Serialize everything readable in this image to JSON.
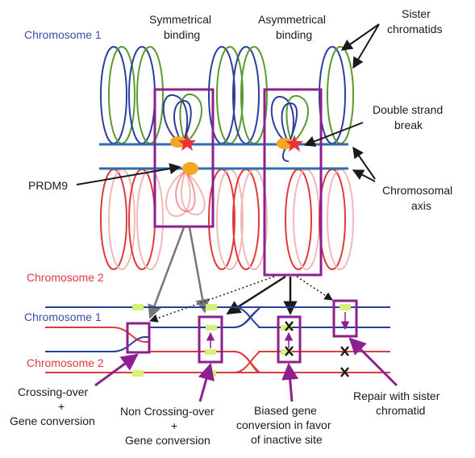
{
  "labels": {
    "chr1_top": "Chromosome 1",
    "chr2_mid": "Chromosome 2",
    "chr1_bottom": "Chromosome 1",
    "chr2_bottom": "Chromosome 2",
    "sym_1": "Symmetrical",
    "sym_2": "binding",
    "asym_1": "Asymmetrical",
    "asym_2": "binding",
    "sister_1": "Sister",
    "sister_2": "chromatids",
    "dsb_1": "Double strand",
    "dsb_2": "break",
    "axis_1": "Chromosomal",
    "axis_2": "axis",
    "prdm9": "PRDM9",
    "co_1": "Crossing-over",
    "co_2": "+",
    "co_3": "Gene conversion",
    "nco_1": "Non Crossing-over",
    "nco_2": "+",
    "nco_3": "Gene conversion",
    "bias_1": "Biased gene",
    "bias_2": "conversion in favor",
    "bias_3": "of inactive site",
    "repair_1": "Repair with sister",
    "repair_2": "chromatid"
  },
  "colors": {
    "chr1": "#2b3f9a",
    "chr1_label": "#3b4da6",
    "chr2": "#e03a3a",
    "green": "#5a9a30",
    "purple": "#8e1f8e",
    "orange": "#f5a623",
    "star": "#e8323c",
    "lime": "#d6f07a",
    "axis": "#2e6db0",
    "grey": "#777777",
    "black": "#1a1a1a",
    "pale_red": "#f2b8b8"
  }
}
